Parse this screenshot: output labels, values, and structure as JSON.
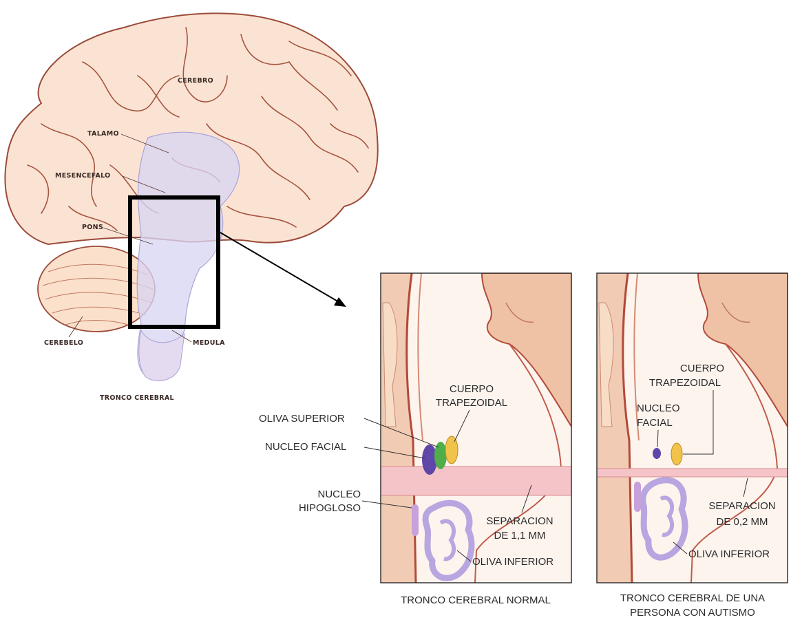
{
  "brain": {
    "labels": {
      "cerebro": "CEREBRO",
      "talamo": "TALAMO",
      "mesencefalo": "MESENCEFALO",
      "pons": "PONS",
      "cerebelo": "CEREBELO",
      "medula": "MEDULA",
      "tronco": "TRONCO CEREBRAL"
    }
  },
  "panels": {
    "normal": {
      "cuerpo": [
        "CUERPO",
        "TRAPEZOIDAL"
      ],
      "oliva_superior": "OLIVA SUPERIOR",
      "nucleo_facial": "NUCLEO FACIAL",
      "nucleo_hipogloso": [
        "NUCLEO",
        "HIPOGLOSO"
      ],
      "separacion": [
        "SEPARACION",
        "DE 1,1 MM"
      ],
      "oliva_inferior": "OLIVA INFERIOR",
      "caption": "TRONCO CEREBRAL NORMAL"
    },
    "autismo": {
      "cuerpo": [
        "CUERPO",
        "TRAPEZOIDAL"
      ],
      "nucleo_facial": [
        "NUCLEO",
        "FACIAL"
      ],
      "separacion": [
        "SEPARACION",
        "DE 0,2 MM"
      ],
      "oliva_inferior": "OLIVA INFERIOR",
      "caption": [
        "TRONCO CEREBRAL DE UNA",
        "PERSONA CON AUTISMO"
      ]
    }
  },
  "colors": {
    "brain_fill": "#fbe3d4",
    "brain_line": "#9b4a38",
    "highlight": "#d9d6f2",
    "tissue": "#f6d9c6",
    "band": "#f4c4c8",
    "oliva_inferior": "#b7a6e0",
    "nucleo_facial": "#5e47a8",
    "oliva_superior": "#4fae4a",
    "cuerpo_trapezoidal": "#f2c34a"
  }
}
